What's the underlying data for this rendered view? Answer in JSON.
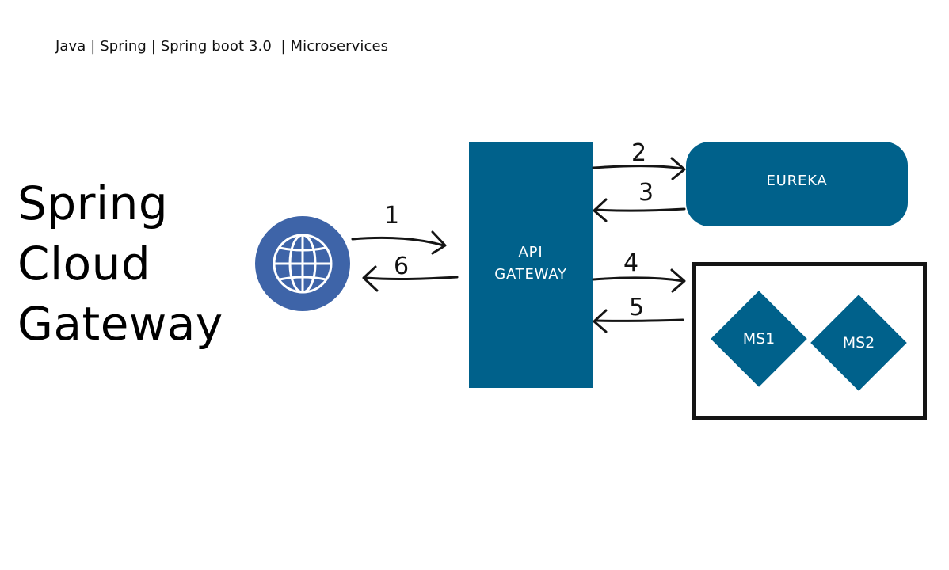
{
  "header": {
    "tagline": "Java | Spring | Spring boot 3.0  | Microservices"
  },
  "title": {
    "line1": "Spring",
    "line2": "Cloud",
    "line3": "Gateway"
  },
  "diagram": {
    "gateway_line1": "API",
    "gateway_line2": "GATEWAY",
    "eureka_label": "EUREKA",
    "services": [
      "MS1",
      "MS2"
    ],
    "client_icon": "globe-icon",
    "steps": [
      "1",
      "2",
      "3",
      "4",
      "5",
      "6"
    ]
  },
  "colors": {
    "primary": "#00618b",
    "globe": "#3e64a8",
    "box_border": "#151515",
    "text": "#000000"
  }
}
